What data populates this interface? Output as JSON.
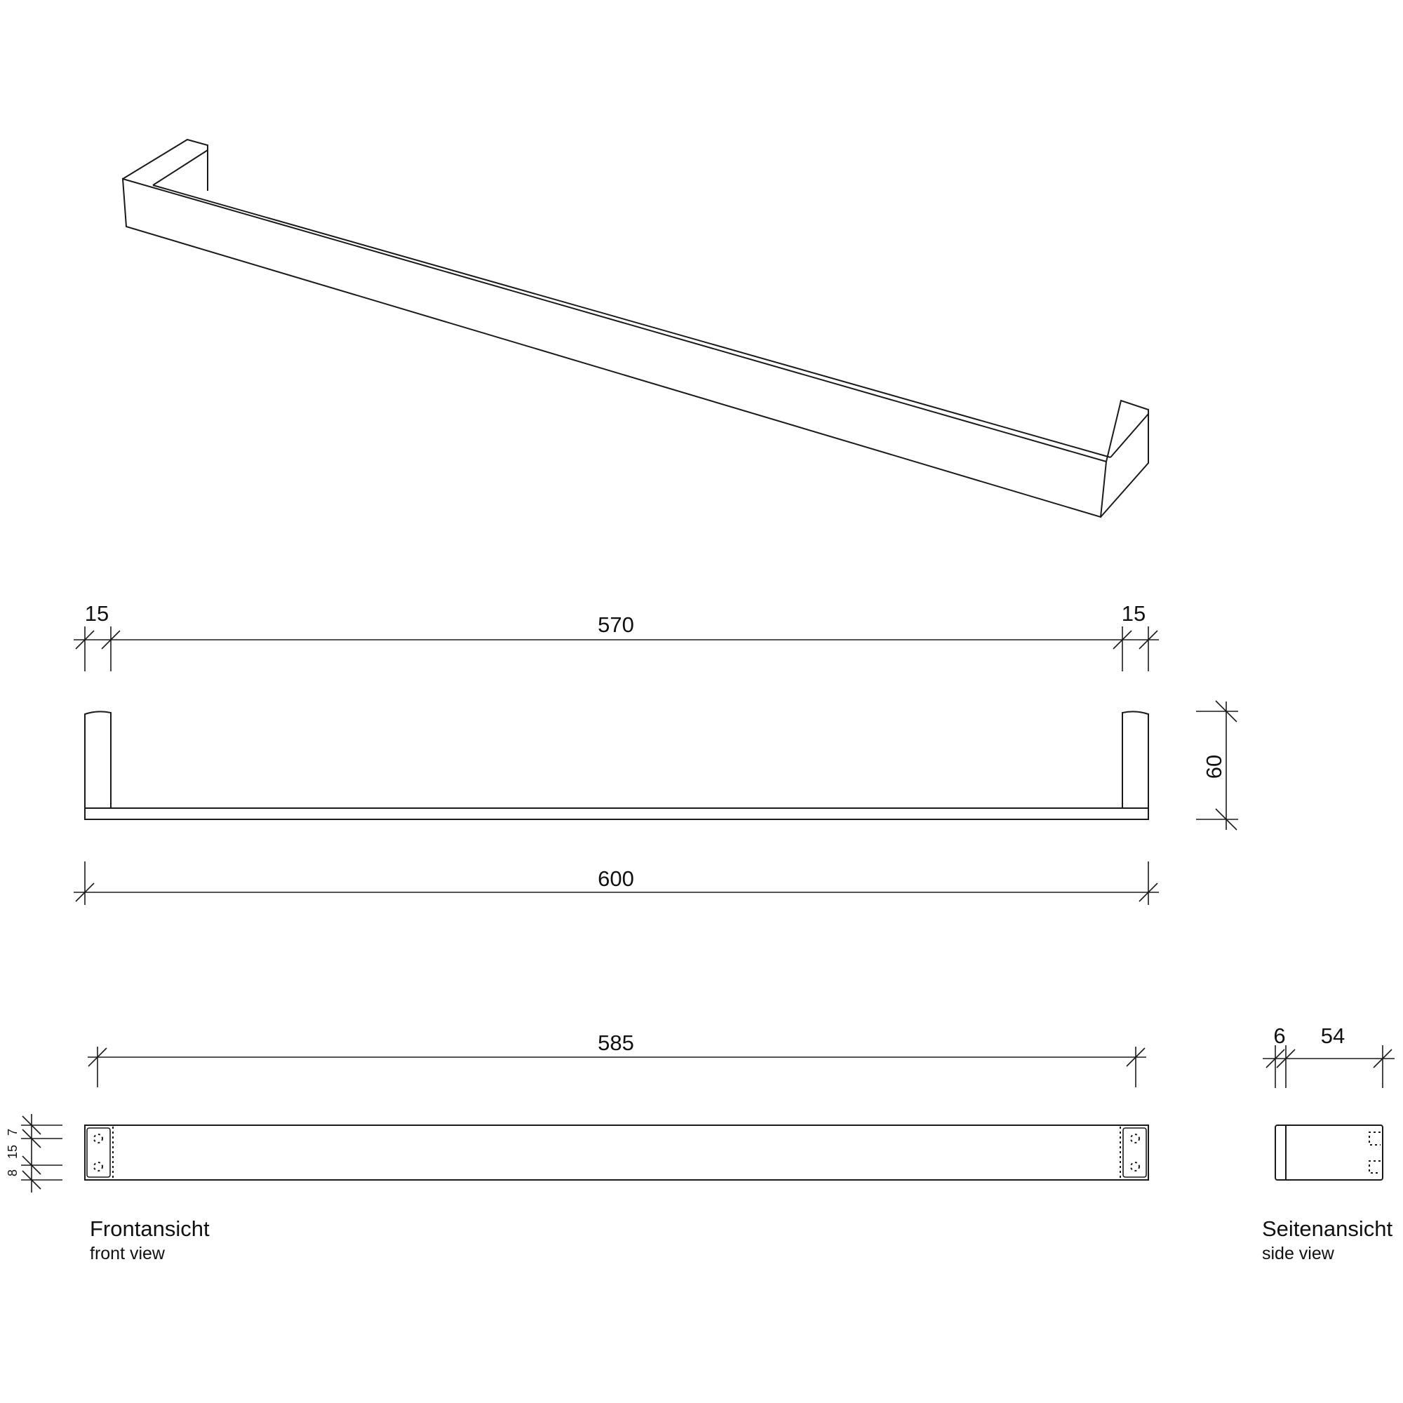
{
  "dimensions": {
    "front": {
      "left_post": "15",
      "inner": "570",
      "right_post": "15",
      "height": "60",
      "overall": "600"
    },
    "plan": {
      "hole_spacing": "585",
      "edge_top": "7",
      "hole_gap": "15",
      "edge_bottom": "8"
    },
    "side": {
      "flange": "6",
      "depth": "54"
    }
  },
  "labels": {
    "front_view_de": "Frontansicht",
    "front_view_en": "front view",
    "side_view_de": "Seitenansicht",
    "side_view_en": "side view"
  }
}
